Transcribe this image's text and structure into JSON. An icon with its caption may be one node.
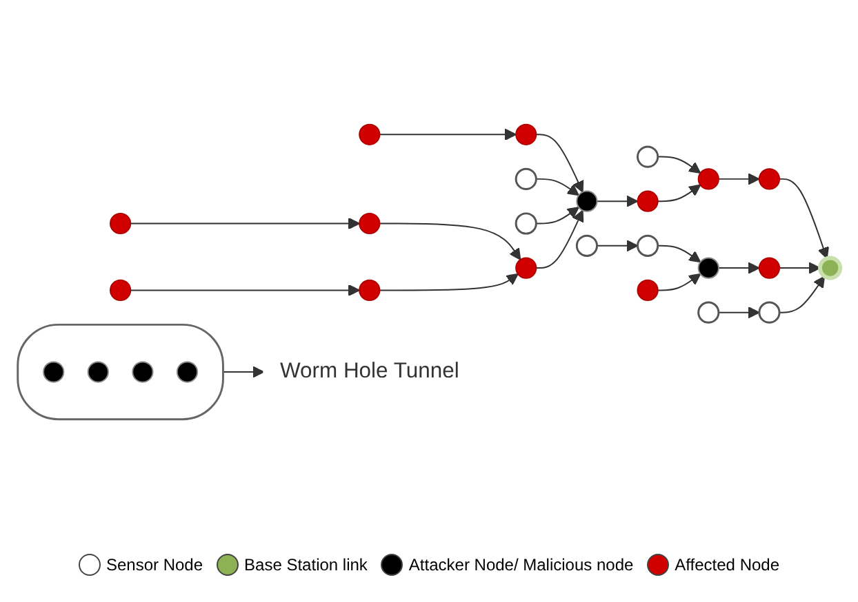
{
  "diagram": {
    "nodes": [
      {
        "text": [],
        "shape": "circle"
      },
      {
        "text": [],
        "shape": "circle"
      },
      {
        "text": [],
        "shape": "circle"
      },
      {
        "text": [],
        "shape": "circle"
      },
      {
        "text": [],
        "shape": "circle"
      },
      {
        "text": [],
        "shape": "circle"
      },
      {
        "text": [],
        "shape": "circle"
      },
      {
        "text": [],
        "shape": "circle"
      },
      {
        "text": [],
        "shape": "circle"
      },
      {
        "text": [],
        "shape": "band"
      },
      {
        "text": [],
        "shape": "circle",
        "in": 9
      },
      {
        "text": [],
        "shape": "circle",
        "in": 9
      },
      {
        "text": [],
        "shape": "circle"
      },
      {
        "text": [],
        "shape": "circle"
      },
      {
        "text": [],
        "shape": "circle"
      },
      {
        "text": [],
        "shape": "circle",
        "in": 9
      },
      {
        "text": [],
        "shape": "circle"
      },
      {
        "text": [],
        "shape": "circle",
        "in": 9
      },
      {
        "text": [],
        "shape": "circle"
      },
      {
        "text": [],
        "shape": "circle"
      },
      {
        "text": [],
        "shape": "circle"
      },
      {
        "text": [],
        "shape": "circle"
      },
      {
        "text": [],
        "shape": "circle"
      },
      {
        "text": [],
        "shape": "circle"
      },
      {
        "text": [
          "Worm Hole Tunnel"
        ]
      },
      {
        "text": [],
        "shape": "circle"
      },
      {
        "text": [],
        "shape": "circle"
      },
      {
        "text": [],
        "shape": "circle"
      }
    ],
    "edges": [
      {
        "from": 2,
        "to": 3,
        "arrow": "to"
      },
      {
        "from": 3,
        "to": 4,
        "arrow": "to"
      },
      {
        "from": 0,
        "to": 4,
        "arrow": "to"
      },
      {
        "from": 6,
        "to": 4,
        "arrow": "to"
      },
      {
        "from": 13,
        "to": 4,
        "arrow": "to"
      },
      {
        "from": 1,
        "to": 5,
        "arrow": "to"
      },
      {
        "from": 4,
        "to": 7,
        "arrow": "to"
      },
      {
        "from": 7,
        "to": 5,
        "arrow": "to"
      },
      {
        "from": 5,
        "to": 8,
        "arrow": "to"
      },
      {
        "from": 8,
        "to": 19,
        "arrow": "to"
      },
      {
        "from": 14,
        "to": 12,
        "arrow": "to"
      },
      {
        "from": 12,
        "to": 13,
        "arrow": "to"
      },
      {
        "from": 20,
        "to": 16,
        "arrow": "to"
      },
      {
        "from": 16,
        "to": 13,
        "arrow": "to"
      },
      {
        "from": 22,
        "to": 18,
        "arrow": "to"
      },
      {
        "from": 18,
        "to": 19,
        "arrow": "to"
      },
      {
        "from": 21,
        "to": 22,
        "arrow": "to"
      },
      {
        "from": 26,
        "to": 21,
        "arrow": "to"
      },
      {
        "from": 27,
        "to": 22,
        "arrow": "to"
      },
      {
        "from": 25,
        "to": 23,
        "arrow": "to"
      },
      {
        "from": 23,
        "to": 19,
        "arrow": "to"
      },
      {
        "from": 9,
        "to": 24,
        "arrow": "to"
      }
    ],
    "legend": [
      {
        "text": "Sensor Node",
        "color": "#ffffff"
      },
      {
        "text": "Base Station link",
        "color": "#8db255"
      },
      {
        "text": "Attacker Node/ Malicious node",
        "color": "#000000"
      },
      {
        "text": "Affected Node",
        "color": "#d00000"
      }
    ]
  }
}
